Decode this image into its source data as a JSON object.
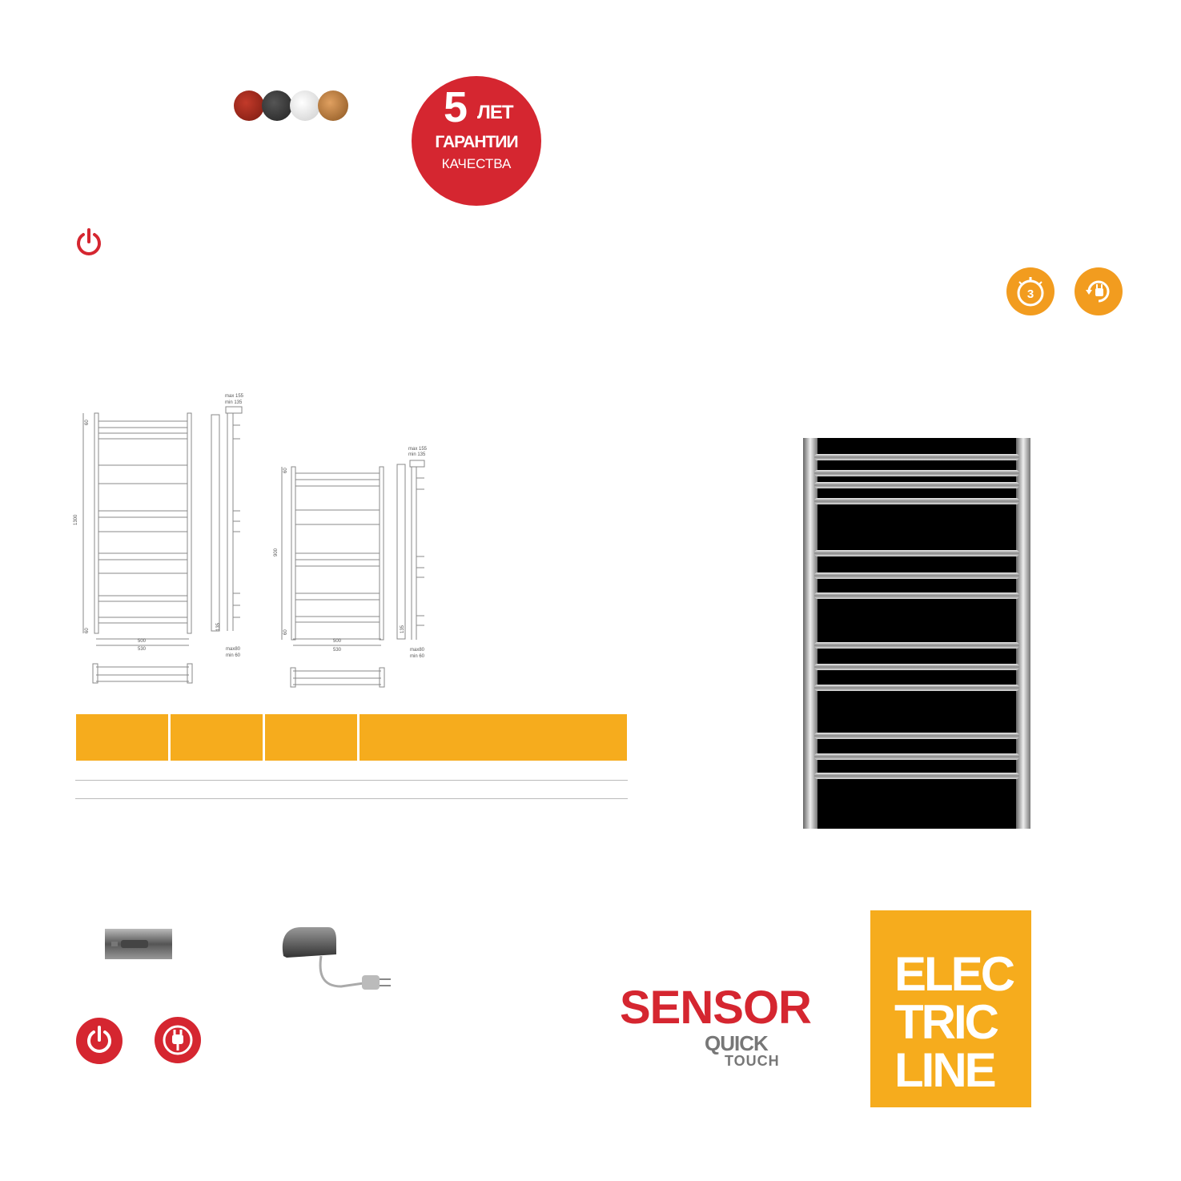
{
  "colors": {
    "brand_red": "#d52630",
    "brand_orange": "#f6ac1d",
    "icon_orange": "#f29c1f",
    "swatches": [
      "#9e2a1e",
      "#3a3a3a",
      "#f2f2f2",
      "#b87a3a"
    ]
  },
  "warranty_badge": {
    "number": "5",
    "word": "ЛЕТ",
    "line2": "ГАРАНТИИ",
    "line3": "КАЧЕСТВА"
  },
  "drawing_1300": {
    "height": "1300",
    "top_gap": "60",
    "bottom_gap": "60",
    "width_inner": "500",
    "width_outer": "530",
    "depth_top": "max 155",
    "depth_top2": "min 135",
    "side_gap": "135",
    "depth_bottom": "max80",
    "depth_bottom2": "min 60"
  },
  "drawing_900": {
    "height": "900",
    "top_gap": "60",
    "bottom_gap": "60",
    "width_inner": "500",
    "width_outer": "530",
    "depth_top": "max 155",
    "depth_top2": "min 135",
    "side_gap": "135",
    "depth_bottom": "max80",
    "depth_bottom2": "min 60"
  },
  "icons": {
    "power_top": "power-icon",
    "timer": "timer-3-icon",
    "plug_orange": "plug-cycle-icon",
    "power_bottom": "power-icon",
    "plug_bottom": "plug-icon"
  },
  "timer_value": "3",
  "logo_sensor": {
    "line1": "SENSOR",
    "line2": "QUICK",
    "line3": "TOUCH"
  },
  "logo_electric": {
    "line1": "ELEC",
    "line2": "TRIC",
    "line3": "LINE"
  }
}
